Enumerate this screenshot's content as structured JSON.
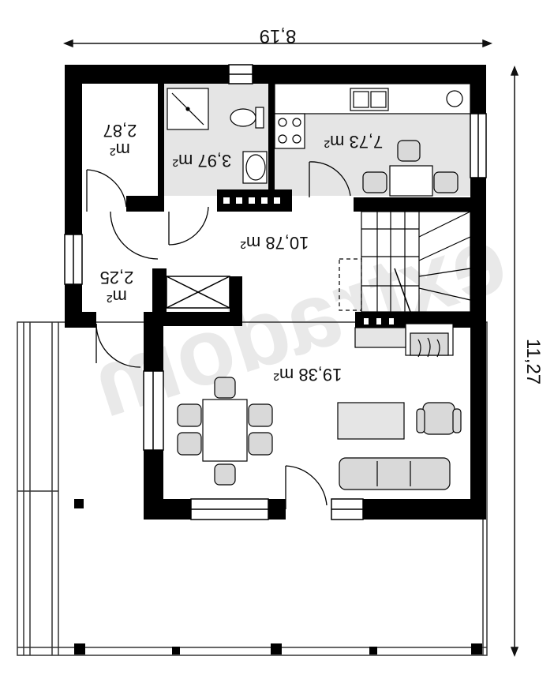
{
  "dimensions": {
    "width_label": "8,19",
    "height_label": "11,27"
  },
  "watermark": "extradom",
  "rooms": {
    "room_a": {
      "area": "2,87",
      "unit": "m²"
    },
    "room_b": {
      "area": "3,97 m²"
    },
    "room_c": {
      "area": "7,73 m²"
    },
    "room_d": {
      "area": "10,78 m²"
    },
    "room_e": {
      "area": "2,25",
      "unit": "m²"
    },
    "room_f": {
      "area": "19,38 m²"
    }
  },
  "colors": {
    "wall": "#000000",
    "wet_floor": "#e5e5e5",
    "furniture_fill": "#d9d9d9",
    "line": "#111111"
  }
}
